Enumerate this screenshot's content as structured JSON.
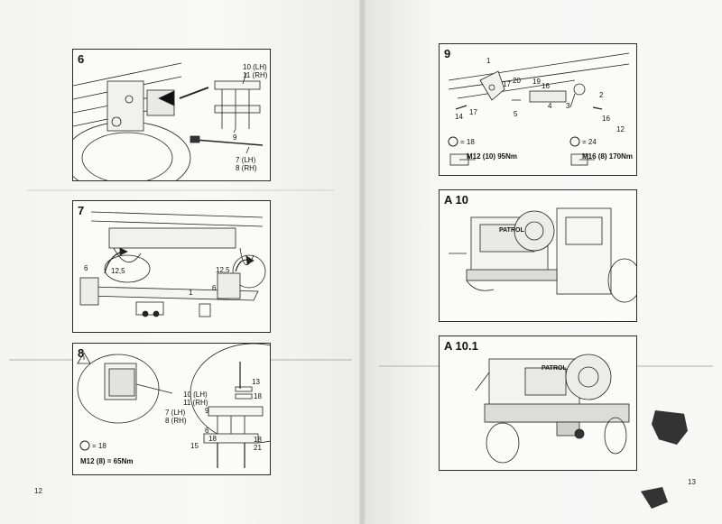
{
  "pages": {
    "left_number": "12",
    "right_number": "13"
  },
  "panels": {
    "p6": {
      "step": "6",
      "labels": [
        "10 (LH)",
        "11 (RH)",
        "9",
        "7 (LH)",
        "8 (RH)"
      ]
    },
    "p7": {
      "step": "7",
      "labels": [
        "6",
        "12,5",
        "12,5",
        "6",
        "1"
      ]
    },
    "p8": {
      "step": "8",
      "labels": [
        "13",
        "18",
        "10 (LH)",
        "11 (RH)",
        "9",
        "7 (LH)",
        "8 (RH)",
        "6",
        "18",
        "15",
        "18",
        "21"
      ],
      "wrench_size": "= 18",
      "torque": "M12 (8) = 65Nm"
    },
    "p9": {
      "step": "9",
      "labels": [
        "1",
        "17",
        "20",
        "19",
        "16",
        "2",
        "14",
        "17",
        "5",
        "4",
        "3",
        "16",
        "12"
      ],
      "wrench_left": "= 18",
      "wrench_right": "= 24",
      "torque_left": "M12 (10) 95Nm",
      "torque_right": "M16 (8) 170Nm"
    },
    "a10": {
      "step": "A 10",
      "badge": "PATROL"
    },
    "a101": {
      "step": "A 10.1",
      "badge": "PATROL"
    }
  }
}
